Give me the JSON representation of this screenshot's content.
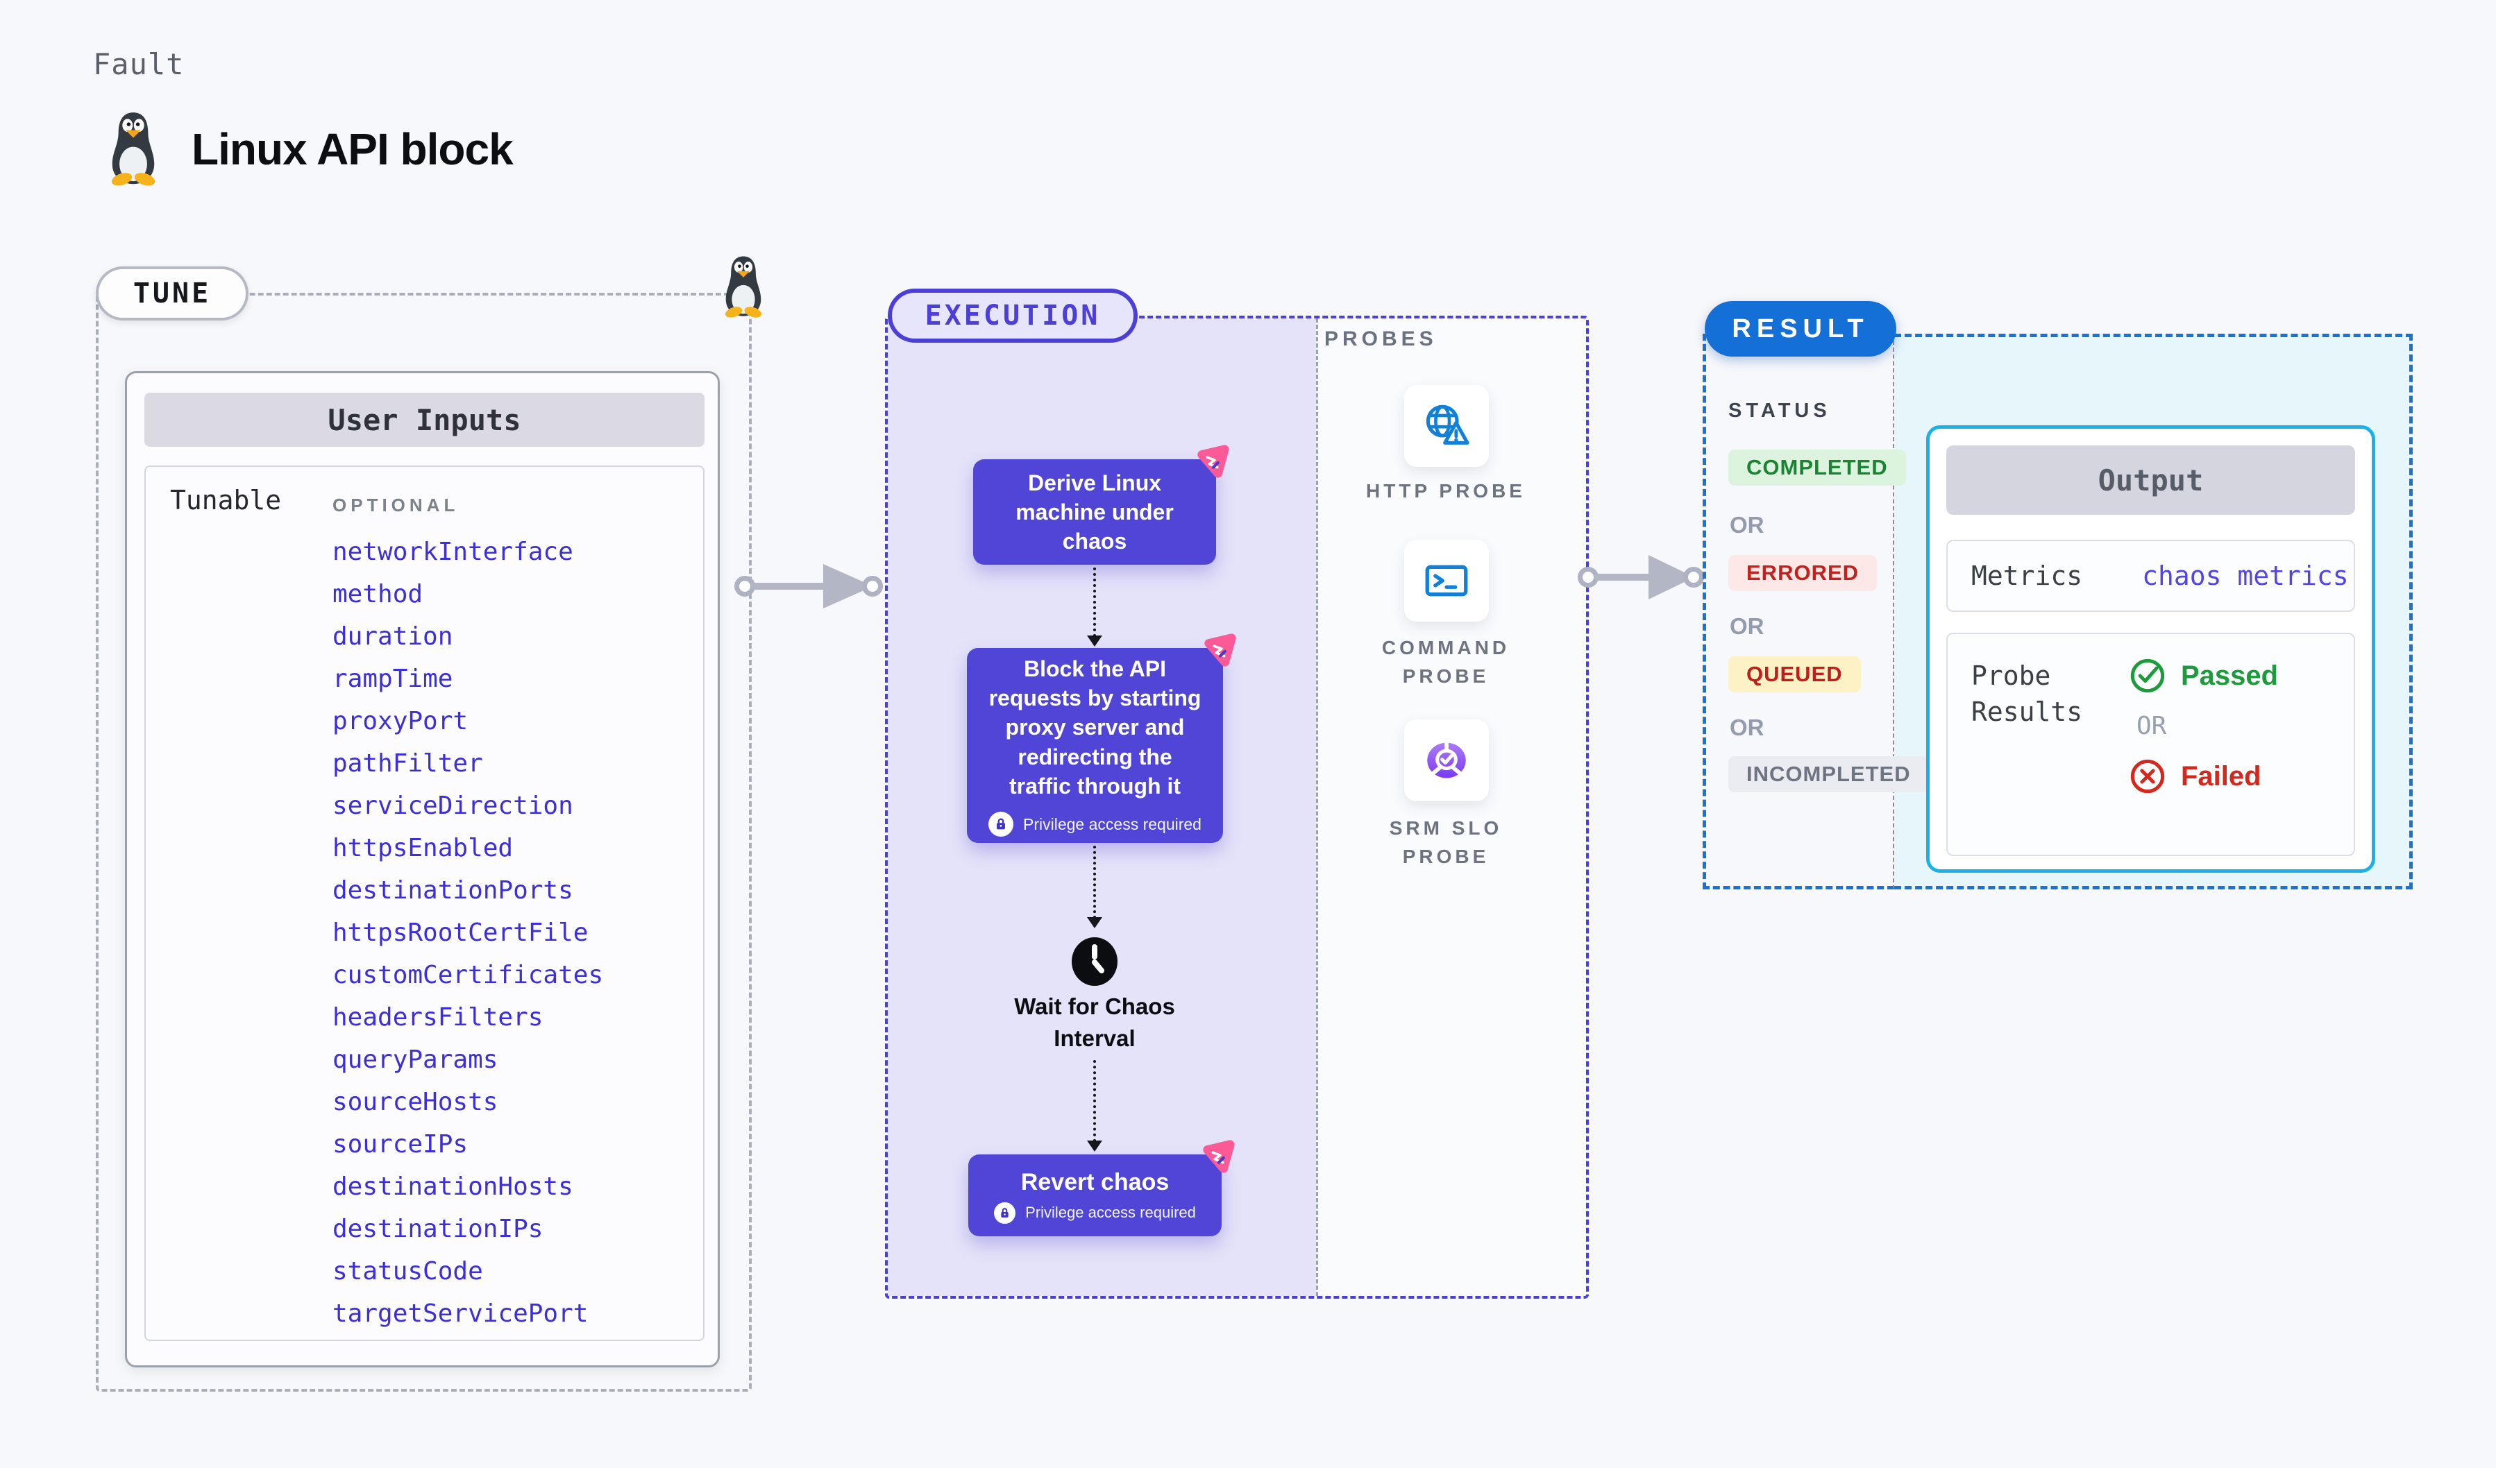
{
  "header": {
    "category": "Fault",
    "title": "Linux API block",
    "icon": "tux-penguin-icon"
  },
  "tune": {
    "badge": "TUNE",
    "card_title": "User Inputs",
    "row_label": "Tunable",
    "column_label": "OPTIONAL",
    "params": [
      "networkInterface",
      "method",
      "duration",
      "rampTime",
      "proxyPort",
      "pathFilter",
      "serviceDirection",
      "httpsEnabled",
      "destinationPorts",
      "httpsRootCertFile",
      "customCertificates",
      "headersFilters",
      "queryParams",
      "sourceHosts",
      "sourceIPs",
      "destinationHosts",
      "destinationIPs",
      "statusCode",
      "targetServicePort"
    ]
  },
  "execution": {
    "badge": "EXECUTION",
    "steps": {
      "derive": "Derive Linux machine under chaos",
      "block": "Block the API requests by starting proxy server and redirecting the traffic through it",
      "wait": "Wait for Chaos Interval",
      "revert": "Revert chaos"
    },
    "privilege_note": "Privilege access required",
    "probes": {
      "label": "PROBES",
      "items": [
        {
          "name": "HTTP PROBE",
          "icon": "globe-alert-icon"
        },
        {
          "name": "COMMAND PROBE",
          "icon": "terminal-icon"
        },
        {
          "name": "SRM SLO PROBE",
          "icon": "slo-gauge-icon"
        }
      ]
    }
  },
  "result": {
    "badge": "RESULT",
    "status_label": "STATUS",
    "or_label": "OR",
    "statuses": [
      {
        "label": "COMPLETED",
        "text_color": "#1b8434",
        "bg_color": "#dcf3dd"
      },
      {
        "label": "ERRORED",
        "text_color": "#c3211c",
        "bg_color": "#fce9e7"
      },
      {
        "label": "QUEUED",
        "text_color": "#c01e1b",
        "bg_color": "#fdf2c5"
      },
      {
        "label": "INCOMPLETED",
        "text_color": "#6e7482",
        "bg_color": "#ebecf1"
      }
    ],
    "output": {
      "title": "Output",
      "metrics_label": "Metrics",
      "metrics_value": "chaos metrics",
      "probe_results_label": "Probe Results",
      "passed_label": "Passed",
      "failed_label": "Failed"
    }
  },
  "colors": {
    "accent_indigo": "#4c3fd9",
    "step_purple": "#5145d8",
    "result_blue": "#1470d6",
    "output_border_cyan": "#18b2e8",
    "param_link_blue": "#3c2fd9",
    "probe_icon_blue": "#1080d8",
    "chaos_pink": "#fb5a96",
    "passed_green": "#1d9a3c",
    "failed_red": "#d5281c"
  }
}
